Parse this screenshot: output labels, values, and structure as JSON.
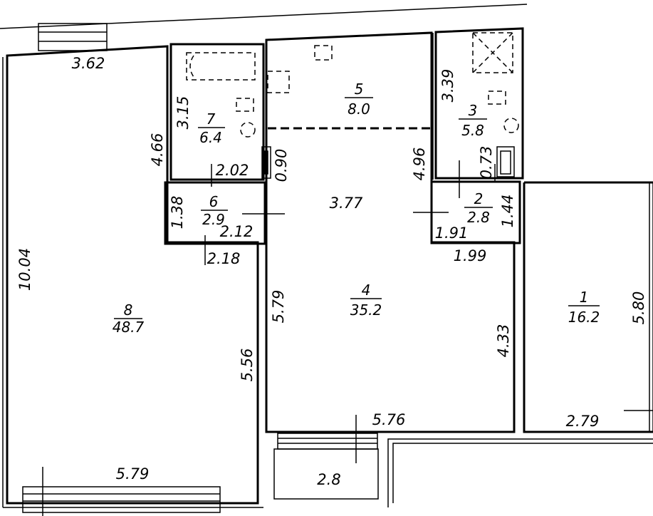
{
  "rooms": [
    {
      "id": "1",
      "area": "16.2"
    },
    {
      "id": "2",
      "area": "2.8"
    },
    {
      "id": "3",
      "area": "5.8"
    },
    {
      "id": "4",
      "area": "35.2"
    },
    {
      "id": "5",
      "area": "8.0"
    },
    {
      "id": "6",
      "area": "2.9"
    },
    {
      "id": "7",
      "area": "6.4"
    },
    {
      "id": "8",
      "area": "48.7"
    }
  ],
  "dimensions": {
    "d_3_62": "3.62",
    "d_10_04": "10.04",
    "d_5_56": "5.56",
    "d_5_79_bottom": "5.79",
    "d_4_66": "4.66",
    "d_3_15": "3.15",
    "d_2_02": "2.02",
    "d_0_90": "0.90",
    "d_1_38": "1.38",
    "d_2_12": "2.12",
    "d_2_18": "2.18",
    "d_3_77": "3.77",
    "d_4_96": "4.96",
    "d_5_79_left": "5.79",
    "d_4_33": "4.33",
    "d_5_76": "5.76",
    "d_2_8": "2.8",
    "d_3_39": "3.39",
    "d_0_73": "0.73",
    "d_1_44": "1.44",
    "d_1_91": "1.91",
    "d_1_99": "1.99",
    "d_5_80": "5.80",
    "d_2_79": "2.79"
  }
}
